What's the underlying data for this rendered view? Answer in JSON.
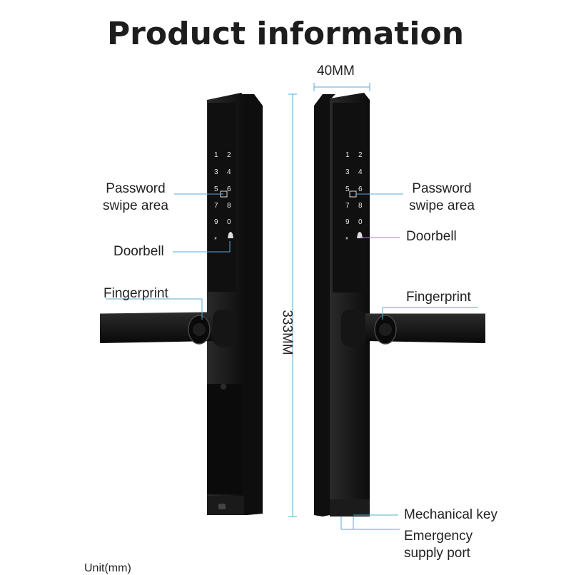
{
  "title": "Product information",
  "dimensions": {
    "width": "40MM",
    "height": "333MM"
  },
  "left_labels": {
    "password_line1": "Password",
    "password_line2": "swipe area",
    "doorbell": "Doorbell",
    "fingerprint": "Fingerprint"
  },
  "right_labels": {
    "password_line1": "Password",
    "password_line2": "swipe area",
    "doorbell": "Doorbell",
    "fingerprint": "Fingerprint",
    "mechanical_key": "Mechanical key",
    "emergency_line1": "Emergency",
    "emergency_line2": "supply port"
  },
  "keypad": [
    "1",
    "2",
    "3",
    "4",
    "5",
    "6",
    "7",
    "8",
    "9",
    "0",
    "*",
    "bell-icon"
  ],
  "footnote": "Unit(mm)",
  "colors": {
    "lock_body": "#141414",
    "leader_line": "#5aa9d6",
    "text": "#222222"
  }
}
